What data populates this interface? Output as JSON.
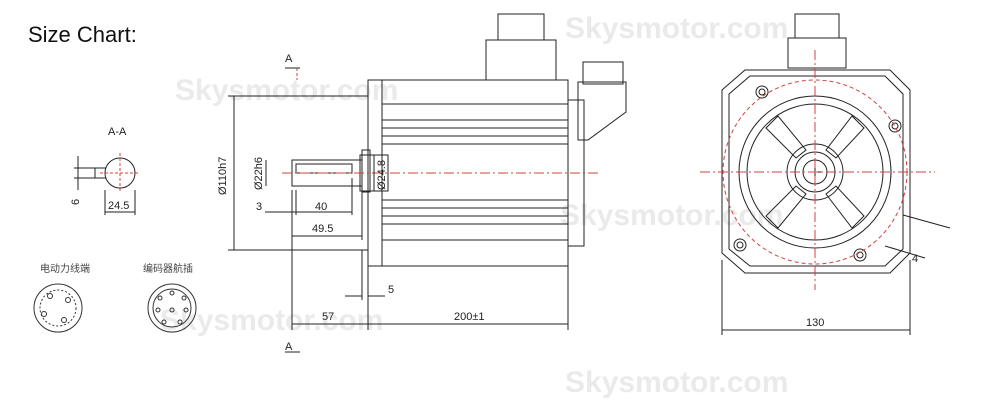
{
  "title": "Size Chart:",
  "watermark": "Skysmotor.com",
  "section": {
    "marker": "A",
    "title": "A-A",
    "key_height": "6",
    "shaft_width": "24.5"
  },
  "connectors": {
    "power_label": "电动力线端",
    "encoder_label": "编码器航插"
  },
  "side_view": {
    "flange_diameter": "Ø110h7",
    "shaft_diameter": "Ø22h6",
    "boss_diameter": "Ø24.8",
    "dim_3": "3",
    "dim_40": "40",
    "dim_49_5": "49.5",
    "dim_5": "5",
    "dim_57": "57",
    "body_length": "200±1"
  },
  "front_view": {
    "width": "130",
    "hole_label": "4"
  },
  "colors": {
    "line": "#222222",
    "dashed_circle": "#d04040",
    "watermark": "#d8d8d8"
  }
}
